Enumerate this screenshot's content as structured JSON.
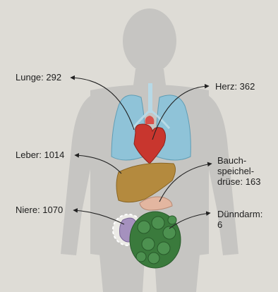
{
  "organs": {
    "lunge": "Lunge: 292",
    "herz": "Herz: 362",
    "leber": "Leber: 1014",
    "bauchspeicheldruese": "Bauch-\nspeichel-\ndrüse: 163",
    "niere": "Niere: 1070",
    "duenndarm": "Dünndarm:\n6"
  },
  "colors": {
    "background": "#dedcd6",
    "silhouette": "#c6c5c2",
    "lung": "#8fc3d8",
    "heart": "#c8362e",
    "liver": "#b48a3e",
    "pancreas": "#e3b6a0",
    "kidney": "#a591be",
    "intestine": "#3a7a3c"
  }
}
